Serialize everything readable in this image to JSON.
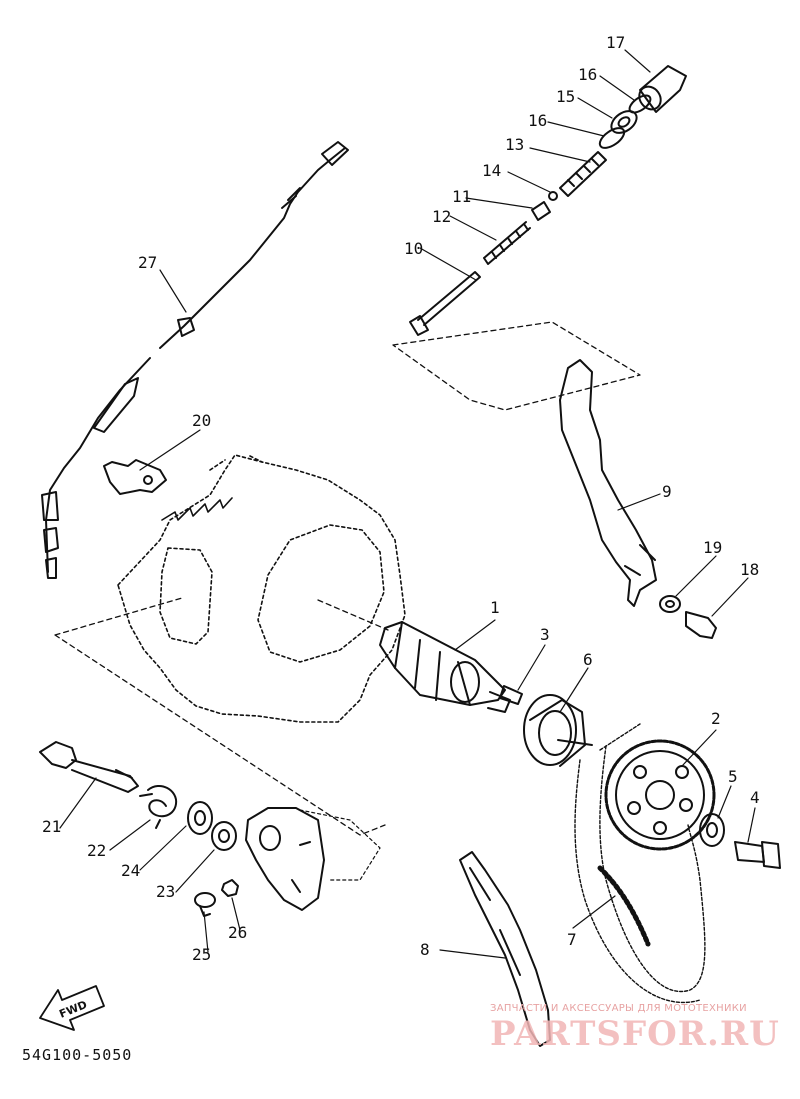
{
  "diagram": {
    "part_numbers": [
      "1",
      "2",
      "3",
      "4",
      "5",
      "6",
      "7",
      "8",
      "9",
      "10",
      "11",
      "12",
      "13",
      "14",
      "15",
      "16",
      "16",
      "17",
      "18",
      "19",
      "20",
      "21",
      "22",
      "23",
      "24",
      "25",
      "26",
      "27"
    ],
    "fwd_label": "FWD",
    "drawing_code": "54G100-5050"
  },
  "watermark": {
    "caption": "ЗАПЧАСТИ И АКСЕССУАРЫ ДЛЯ МОТОТЕХНИКИ",
    "logo": "PARTSFOR.RU"
  }
}
